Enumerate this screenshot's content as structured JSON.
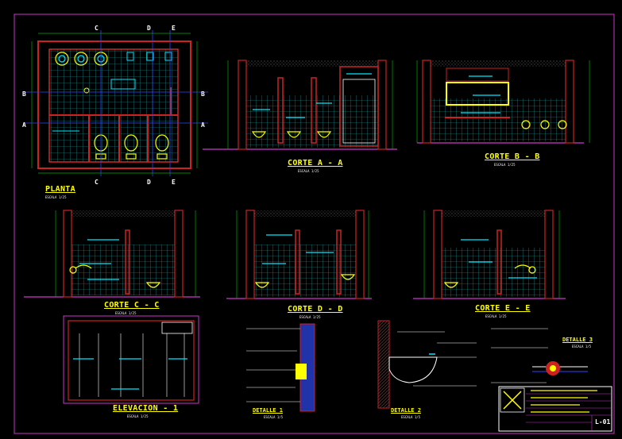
{
  "sheet": {
    "sheet_number": "L-01",
    "colors": {
      "background": "#000000",
      "border": "#cc33cc",
      "wall": "#cc2222",
      "tile": "#2aa6a6",
      "fixture": "#00e5ff",
      "label": "#ffff00",
      "text": "#ffffff"
    }
  },
  "views": {
    "planta": {
      "title": "PLANTA",
      "scale": "ESCALA 1/25"
    },
    "corte_a": {
      "title": "CORTE A - A",
      "scale": "ESCALA 1/25"
    },
    "corte_b": {
      "title": "CORTE B - B",
      "scale": "ESCALA 1/25"
    },
    "corte_c": {
      "title": "CORTE C - C",
      "scale": "ESCALA 1/25"
    },
    "corte_d": {
      "title": "CORTE D - D",
      "scale": "ESCALA 1/25"
    },
    "corte_e": {
      "title": "CORTE E - E",
      "scale": "ESCALA 1/25"
    },
    "elevacion": {
      "title": "ELEVACION - 1",
      "scale": "ESCALA 1/25"
    },
    "detalle1": {
      "title": "DETALLE 1",
      "scale": "ESCALA 1/5"
    },
    "detalle2": {
      "title": "DETALLE 2",
      "scale": "ESCALA 1/5"
    },
    "detalle3": {
      "title": "DETALLE 3",
      "scale": "ESCALA 1/5"
    }
  },
  "section_markers": {
    "c": "C",
    "d": "D",
    "e": "E",
    "a": "A",
    "b": "B"
  }
}
